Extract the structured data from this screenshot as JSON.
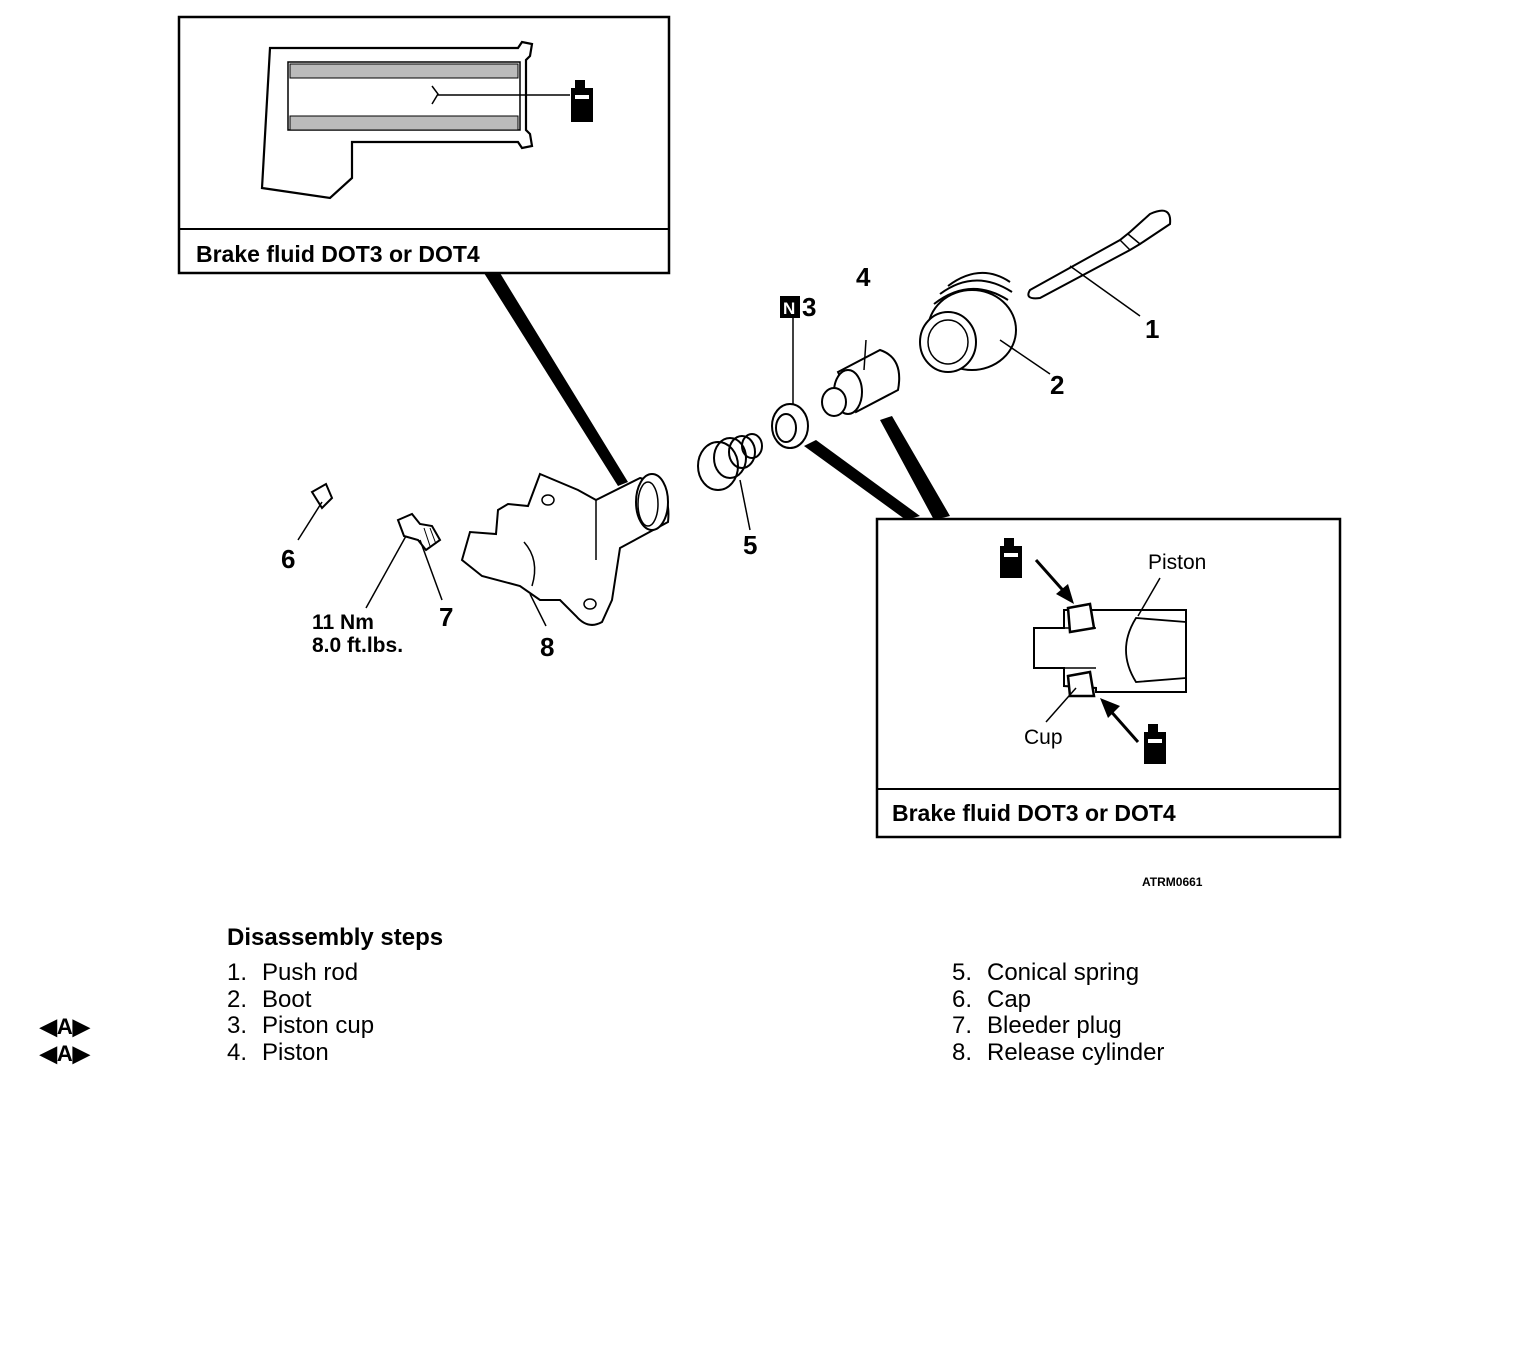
{
  "callouts": {
    "top_left_box_caption": "Brake fluid DOT3 or DOT4",
    "detail_box_caption": "Brake fluid DOT3 or DOT4",
    "piston_label": "Piston",
    "cup_label": "Cup"
  },
  "parts": {
    "n1": "1",
    "n2": "2",
    "n3": "3",
    "n3_badge": "N",
    "n4": "4",
    "n5": "5",
    "n6": "6",
    "n7": "7",
    "n8": "8"
  },
  "torque": {
    "line1": "11 Nm",
    "line2": "8.0 ft.lbs."
  },
  "figure_code": "ATRM0661",
  "disassembly": {
    "title": "Disassembly steps",
    "left": [
      {
        "num": "1.",
        "name": "Push rod"
      },
      {
        "num": "2.",
        "name": "Boot"
      },
      {
        "num": "3.",
        "name": "Piston cup"
      },
      {
        "num": "4.",
        "name": "Piston"
      }
    ],
    "right": [
      {
        "num": "5.",
        "name": "Conical spring"
      },
      {
        "num": "6.",
        "name": "Cap"
      },
      {
        "num": "7.",
        "name": "Bleeder plug"
      },
      {
        "num": "8.",
        "name": "Release cylinder"
      }
    ],
    "marker_label": "A",
    "marker_row_3": "◀A▶",
    "marker_row_4": "◀A▶"
  }
}
